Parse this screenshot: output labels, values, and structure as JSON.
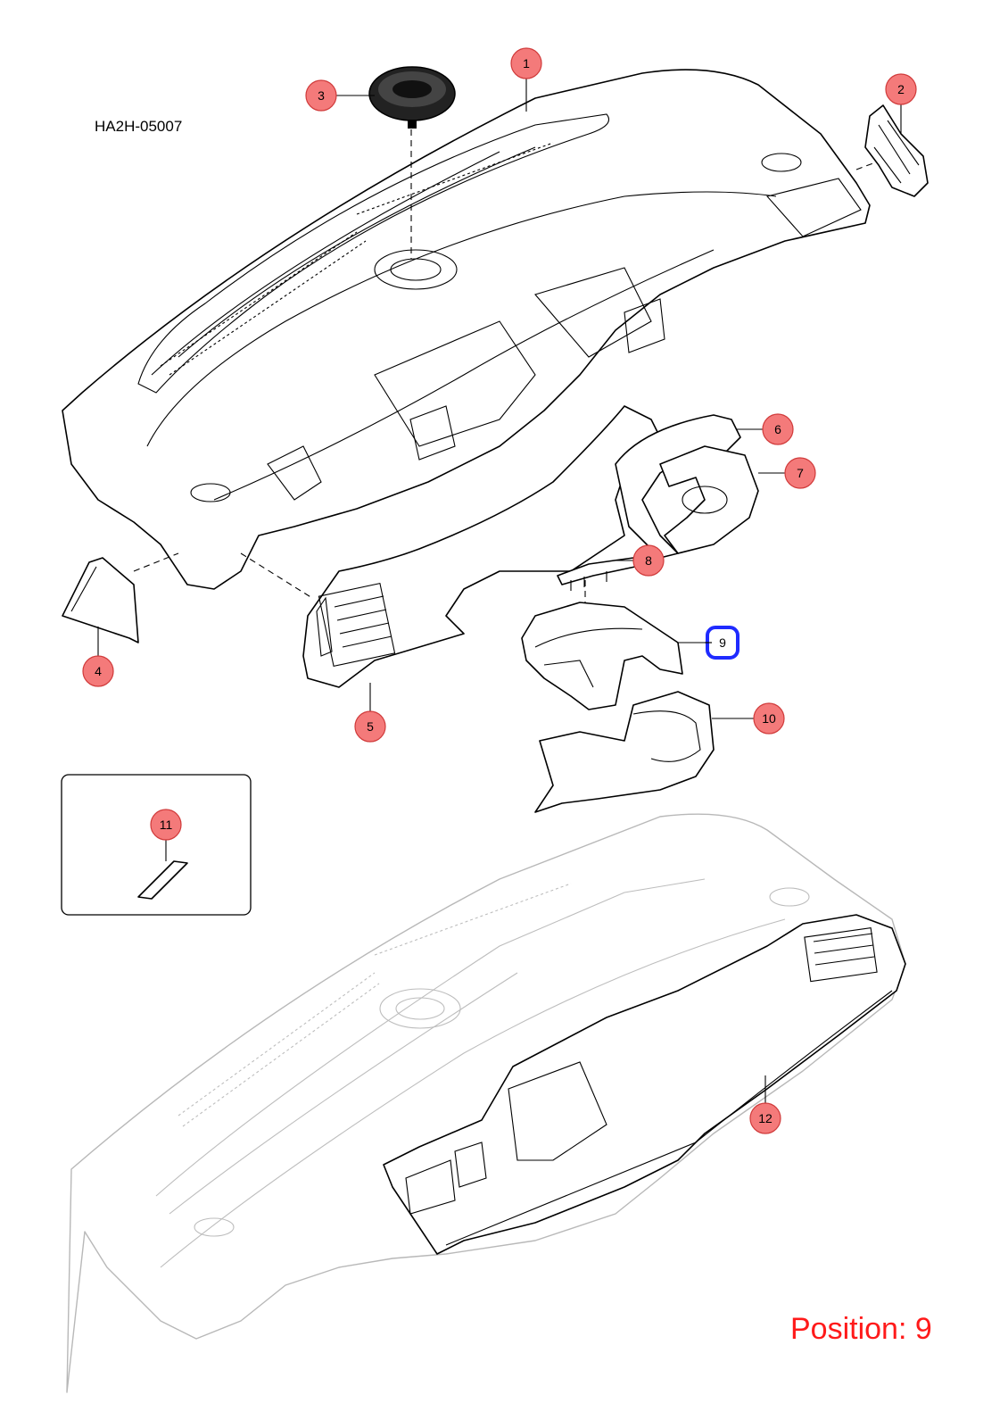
{
  "diagram_code": "HA2H-05007",
  "position_text": "Position: 9",
  "colors": {
    "callout_fill": "#f47a7a",
    "callout_stroke": "#d03a3a",
    "highlight": "#1f2bff",
    "position_text": "#ff1a1a",
    "ghost_line": "#b8b8b8"
  },
  "callouts": [
    "1",
    "2",
    "3",
    "4",
    "5",
    "6",
    "7",
    "8",
    "9",
    "10",
    "11",
    "12"
  ],
  "selected_callout": "9"
}
